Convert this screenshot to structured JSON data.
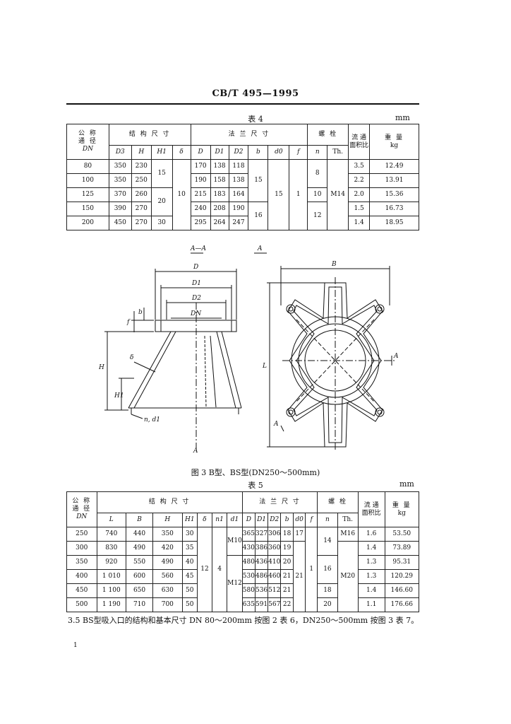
{
  "header": "CB/T 495—1995",
  "table4": {
    "title": "表 4",
    "unit": "mm",
    "h_dn": "公 称\n通 径",
    "h_dn_sym": "DN",
    "h_struct": "结 构 尺 寸",
    "h_flange": "法 兰 尺 寸",
    "h_bolt": "螺 栓",
    "h_ratio": "流 通\n面积比",
    "h_weight": "重 量",
    "h_weight_unit": "kg",
    "sym": [
      "D3",
      "H",
      "H1",
      "δ",
      "D",
      "D1",
      "D2",
      "b",
      "d0",
      "f",
      "n",
      "Th."
    ],
    "rows": [
      {
        "dn": "80",
        "d3": "350",
        "h": "230",
        "d": "170",
        "d1": "138",
        "d2": "118",
        "ratio": "3.5",
        "w": "12.49"
      },
      {
        "dn": "100",
        "d3": "350",
        "h": "250",
        "d": "190",
        "d1": "158",
        "d2": "138",
        "ratio": "2.2",
        "w": "13.91"
      },
      {
        "dn": "125",
        "d3": "370",
        "h": "260",
        "d": "215",
        "d1": "183",
        "d2": "164",
        "ratio": "2.0",
        "w": "15.36"
      },
      {
        "dn": "150",
        "d3": "390",
        "h": "270",
        "d": "240",
        "d1": "208",
        "d2": "190",
        "ratio": "1.5",
        "w": "16.73"
      },
      {
        "dn": "200",
        "d3": "450",
        "h": "270",
        "d": "295",
        "d1": "264",
        "d2": "247",
        "ratio": "1.4",
        "w": "18.95"
      }
    ],
    "merged": {
      "h1_a": "15",
      "h1_b": "20",
      "h1_c": "30",
      "delta": "10",
      "b_a": "15",
      "b_b": "16",
      "d0": "15",
      "f": "1",
      "n_a": "8",
      "n_b": "10",
      "n_c": "12",
      "th": "M14"
    }
  },
  "figure": {
    "label_aa": "A—A",
    "label_a": "A",
    "dims": {
      "D": "D",
      "D1": "D1",
      "D2": "D2",
      "DN": "DN",
      "H": "H",
      "H1": "H1",
      "f": "f",
      "b": "b",
      "delta": "δ",
      "nd": "n, d1",
      "B": "B",
      "L": "L",
      "A": "A"
    },
    "caption": "图 3  B型、BS型(DN250～500mm)"
  },
  "table5": {
    "title": "表 5",
    "unit": "mm",
    "h_dn": "公 称\n通 径",
    "h_dn_sym": "DN",
    "h_struct": "结 构 尺 寸",
    "h_flange": "法 兰 尺 寸",
    "h_bolt": "螺 栓",
    "h_ratio": "流 通\n面积比",
    "h_weight": "重 量",
    "h_weight_unit": "kg",
    "sym": [
      "L",
      "B",
      "H",
      "H1",
      "δ",
      "n1",
      "d1",
      "D",
      "D1",
      "D2",
      "b",
      "d0",
      "f",
      "n",
      "Th."
    ],
    "rows": [
      {
        "dn": "250",
        "l": "740",
        "b": "440",
        "h": "350",
        "h1": "30",
        "d": "365",
        "d1": "327",
        "d2": "306",
        "bb": "18",
        "ratio": "1.6",
        "w": "53.50"
      },
      {
        "dn": "300",
        "l": "830",
        "b": "490",
        "h": "420",
        "h1": "35",
        "d": "430",
        "d1": "386",
        "d2": "360",
        "bb": "19",
        "ratio": "1.4",
        "w": "73.89"
      },
      {
        "dn": "350",
        "l": "920",
        "b": "550",
        "h": "490",
        "h1": "40",
        "d": "480",
        "d1": "436",
        "d2": "410",
        "bb": "20",
        "ratio": "1.3",
        "w": "95.31"
      },
      {
        "dn": "400",
        "l": "1 010",
        "b": "600",
        "h": "560",
        "h1": "45",
        "d": "530",
        "d1": "486",
        "d2": "460",
        "bb": "21",
        "ratio": "1.3",
        "w": "120.29"
      },
      {
        "dn": "450",
        "l": "1 100",
        "b": "650",
        "h": "630",
        "h1": "50",
        "d": "580",
        "d1": "536",
        "d2": "512",
        "bb": "21",
        "ratio": "1.4",
        "w": "146.60"
      },
      {
        "dn": "500",
        "l": "1 190",
        "b": "710",
        "h": "700",
        "h1": "50",
        "d": "635",
        "d1": "591",
        "d2": "567",
        "bb": "22",
        "ratio": "1.1",
        "w": "176.66"
      }
    ],
    "merged": {
      "delta": "12",
      "n1": "4",
      "d1_a": "M10",
      "d1_b": "M12",
      "d0_a": "17",
      "d0_b": "21",
      "f": "1",
      "n_a": "14",
      "n_b": "16",
      "n_c": "18",
      "n_d": "20",
      "th_a": "M16",
      "th_b": "M20"
    }
  },
  "note": "3.5  BS型吸入口的结构和基本尺寸 DN 80～200mm 按图 2 表 6，DN250～500mm 按图 3 表 7。",
  "page_mark": "1"
}
